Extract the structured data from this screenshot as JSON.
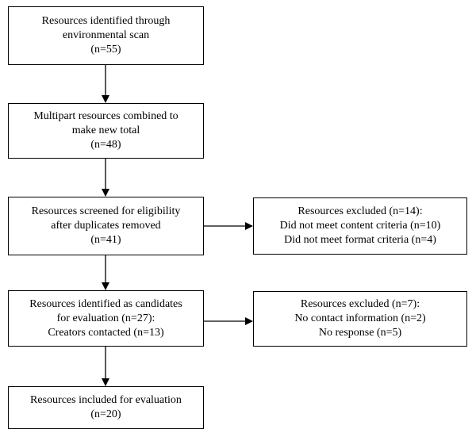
{
  "boxes": {
    "identified": {
      "lines": [
        "Resources identified through",
        "environmental scan",
        "(n=55)"
      ]
    },
    "combined": {
      "lines": [
        "Multipart resources combined to",
        "make new total",
        "(n=48)"
      ]
    },
    "screened": {
      "lines": [
        "Resources screened for eligibility",
        "after duplicates removed",
        "(n=41)"
      ]
    },
    "candidates": {
      "lines": [
        "Resources identified as candidates",
        "for evaluation (n=27):",
        "Creators contacted (n=13)"
      ]
    },
    "included": {
      "lines": [
        "Resources included for evaluation",
        "(n=20)"
      ]
    },
    "excluded_1": {
      "lines": [
        "Resources excluded (n=14):",
        "Did not meet content criteria (n=10)",
        "Did not meet format criteria (n=4)"
      ]
    },
    "excluded_2": {
      "lines": [
        "Resources excluded (n=7):",
        "No contact information (n=2)",
        "No response (n=5)"
      ]
    }
  }
}
